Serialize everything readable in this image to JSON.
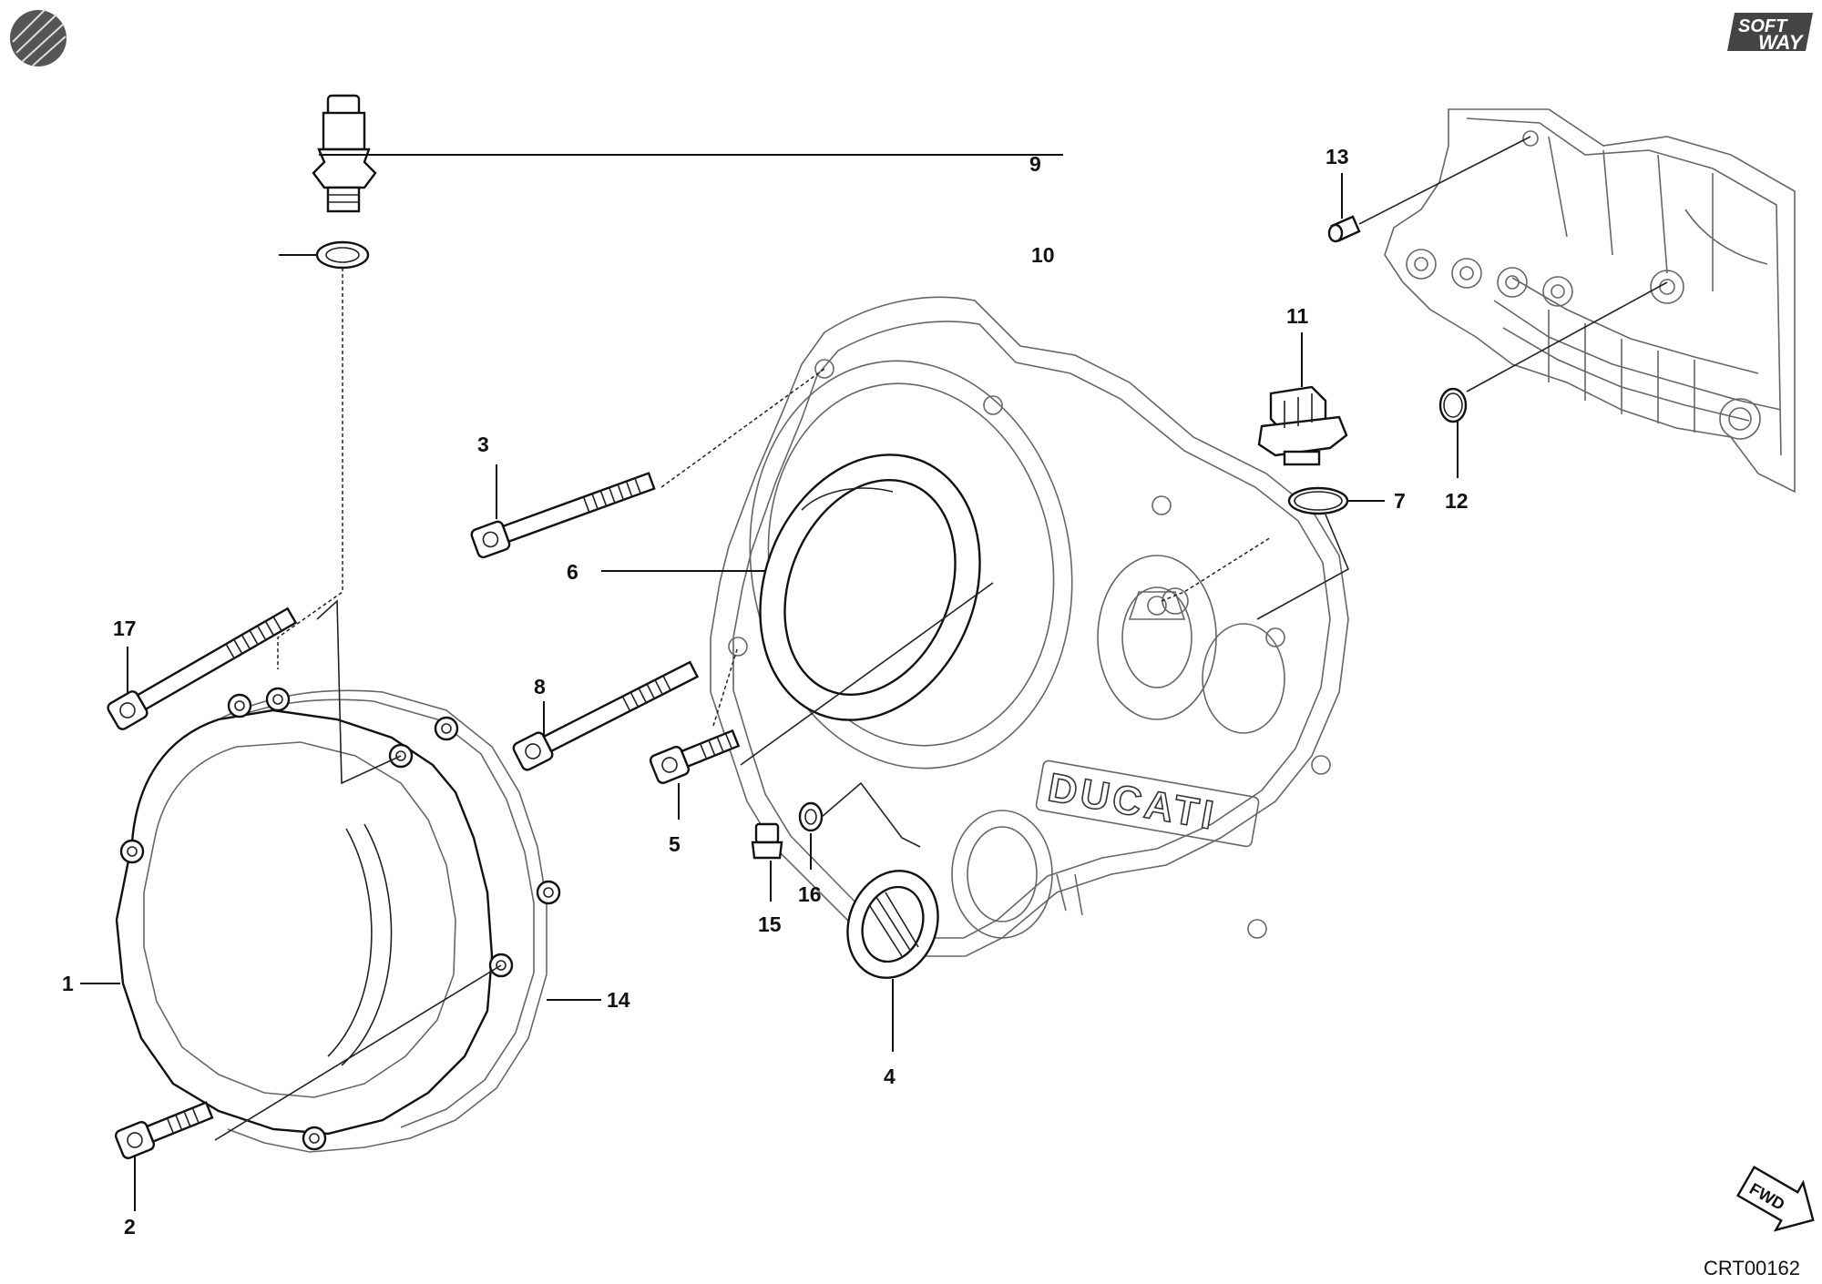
{
  "labels": {
    "p1": "1",
    "p2": "2",
    "p3": "3",
    "p4": "4",
    "p5": "5",
    "p6": "6",
    "p7": "7",
    "p8": "8",
    "p9": "9",
    "p10": "10",
    "p11": "11",
    "p12": "12",
    "p13": "13",
    "p14": "14",
    "p15": "15",
    "p16": "16",
    "p17": "17"
  },
  "logo": {
    "line1": "SOFT",
    "line2": "WAY"
  },
  "engraving": "DUCATI",
  "fwd_arrow": "FWD",
  "drawing_code": "CRT00162",
  "icons": {
    "corner_mark": "disc-icon",
    "direction": "fwd-arrow-icon"
  }
}
